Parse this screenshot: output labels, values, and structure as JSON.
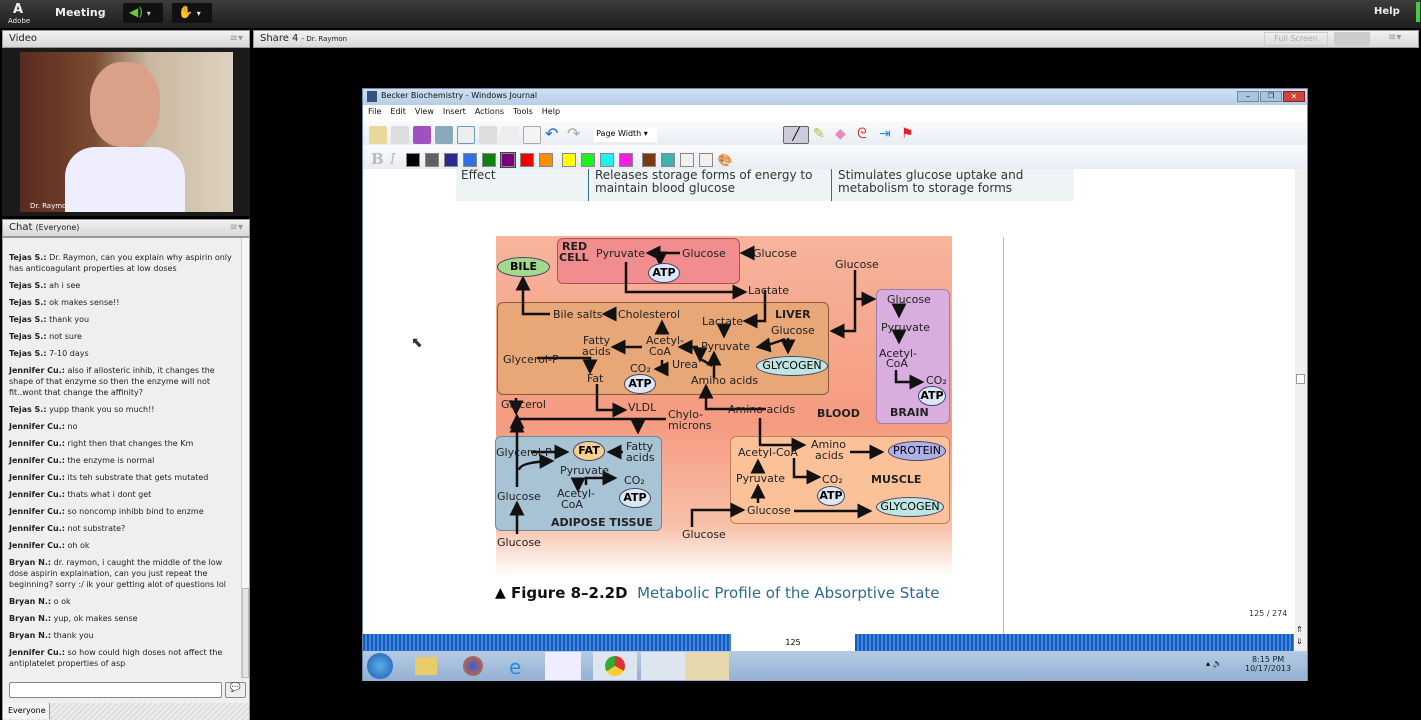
{
  "topbar": {
    "logo": "Adobe",
    "meeting_menu": "Meeting",
    "help": "Help"
  },
  "video_pod": {
    "title": "Video",
    "presenter": "Dr. Raymon"
  },
  "share_pod": {
    "title": "Share 4",
    "presenter": "- Dr. Raymon",
    "full_screen": "Full Screen"
  },
  "chat_pod": {
    "title": "Chat",
    "scope": "(Everyone)",
    "footer_tab": "Everyone",
    "input_value": "",
    "messages": [
      {
        "name": "Tejas S.:",
        "text": "Dr. Raymon, can you explain why aspirin only has anticoagulant properties at low doses"
      },
      {
        "name": "Tejas S.:",
        "text": "ah i see"
      },
      {
        "name": "Tejas S.:",
        "text": "ok makes sense!!"
      },
      {
        "name": "Tejas S.:",
        "text": "thank you"
      },
      {
        "name": "Tejas S.:",
        "text": "not sure"
      },
      {
        "name": "Tejas S.:",
        "text": "7-10  days"
      },
      {
        "name": "Jennifer Cu.:",
        "text": "also if allosteric inhib, it changes the shape of that enzyme so then the enzyme will not fit..wont that change the affinity?"
      },
      {
        "name": "Tejas S.:",
        "text": "yupp thank you so much!!"
      },
      {
        "name": "Jennifer Cu.:",
        "text": "no"
      },
      {
        "name": "Jennifer Cu.:",
        "text": "right then that changes the Km"
      },
      {
        "name": "Jennifer Cu.:",
        "text": "the enzyme is normal"
      },
      {
        "name": "Jennifer Cu.:",
        "text": "its teh substrate that gets mutated"
      },
      {
        "name": "Jennifer Cu.:",
        "text": "thats what i dont get"
      },
      {
        "name": "Jennifer Cu.:",
        "text": "so noncomp inhibb bind to enzme"
      },
      {
        "name": "Jennifer Cu.:",
        "text": "not substrate?"
      },
      {
        "name": "Jennifer Cu.:",
        "text": "oh ok"
      },
      {
        "name": "Bryan N.:",
        "text": "dr. raymon, i caught the middle of the low dose aspirin explaination, can you just repeat the beginning? sorry :/ ik your getting alot of questions lol"
      },
      {
        "name": "Bryan N.:",
        "text": "o ok"
      },
      {
        "name": "Bryan N.:",
        "text": "yup, ok makes sense"
      },
      {
        "name": "Bryan N.:",
        "text": "thank you"
      },
      {
        "name": "Jennifer Cu.:",
        "text": "so how could high doses not affect the antiplatelet properties of asp"
      }
    ]
  },
  "journal": {
    "title": "Becker Biochemistry - Windows Journal",
    "menu": [
      "File",
      "Edit",
      "View",
      "Insert",
      "Actions",
      "Tools",
      "Help"
    ],
    "zoom_select": "Page Width",
    "colors": [
      "#000000",
      "#606060",
      "#2a2a90",
      "#3070e0",
      "#108010",
      "#780078",
      "#f00000",
      "#f89000",
      "#ffff00",
      "#20f020",
      "#20f0f0",
      "#f020e0",
      "#7a3a10",
      "#40b0b0",
      "#f0f0f0",
      "#f0f0f0"
    ],
    "table_row": {
      "c1": "Effect",
      "c2a": "Releases storage forms of energy to",
      "c2b": "maintain blood glucose",
      "c3a": "Stimulates glucose uptake and",
      "c3b": "metabolism to storage forms"
    },
    "page_indicator": "125 / 274",
    "page_number": "125"
  },
  "figure": {
    "number": "Figure  8–2.2D",
    "title": "Metabolic Profile of the Absorptive State",
    "labels": {
      "red_cell_1": "RED",
      "red_cell_2": "CELL",
      "pyruvate": "Pyruvate",
      "glucose": "Glucose",
      "atp": "ATP",
      "bile": "BILE",
      "lactate": "Lactate",
      "bile_salts": "Bile salts",
      "cholesterol": "Cholesterol",
      "liver": "LIVER",
      "fatty": "Fatty",
      "acids": "acids",
      "acetyl": "Acetyl-",
      "coa": "CoA",
      "glycerol_p": "Glycerol-P",
      "co2": "CO₂",
      "urea": "Urea",
      "glycogen": "GLYCOGEN",
      "fat": "Fat",
      "fat_caps": "FAT",
      "amino_acids": "Amino acids",
      "amino": "Amino",
      "glycerol": "Glycerol",
      "vldl": "VLDL",
      "chylo": "Chylo-",
      "microns": "microns",
      "blood": "BLOOD",
      "brain": "BRAIN",
      "adipose": "ADIPOSE TISSUE",
      "acetyl_coa": "Acetyl-CoA",
      "protein": "PROTEIN",
      "muscle": "MUSCLE"
    }
  },
  "taskbar": {
    "time": "8:15 PM",
    "date": "10/17/2013"
  }
}
